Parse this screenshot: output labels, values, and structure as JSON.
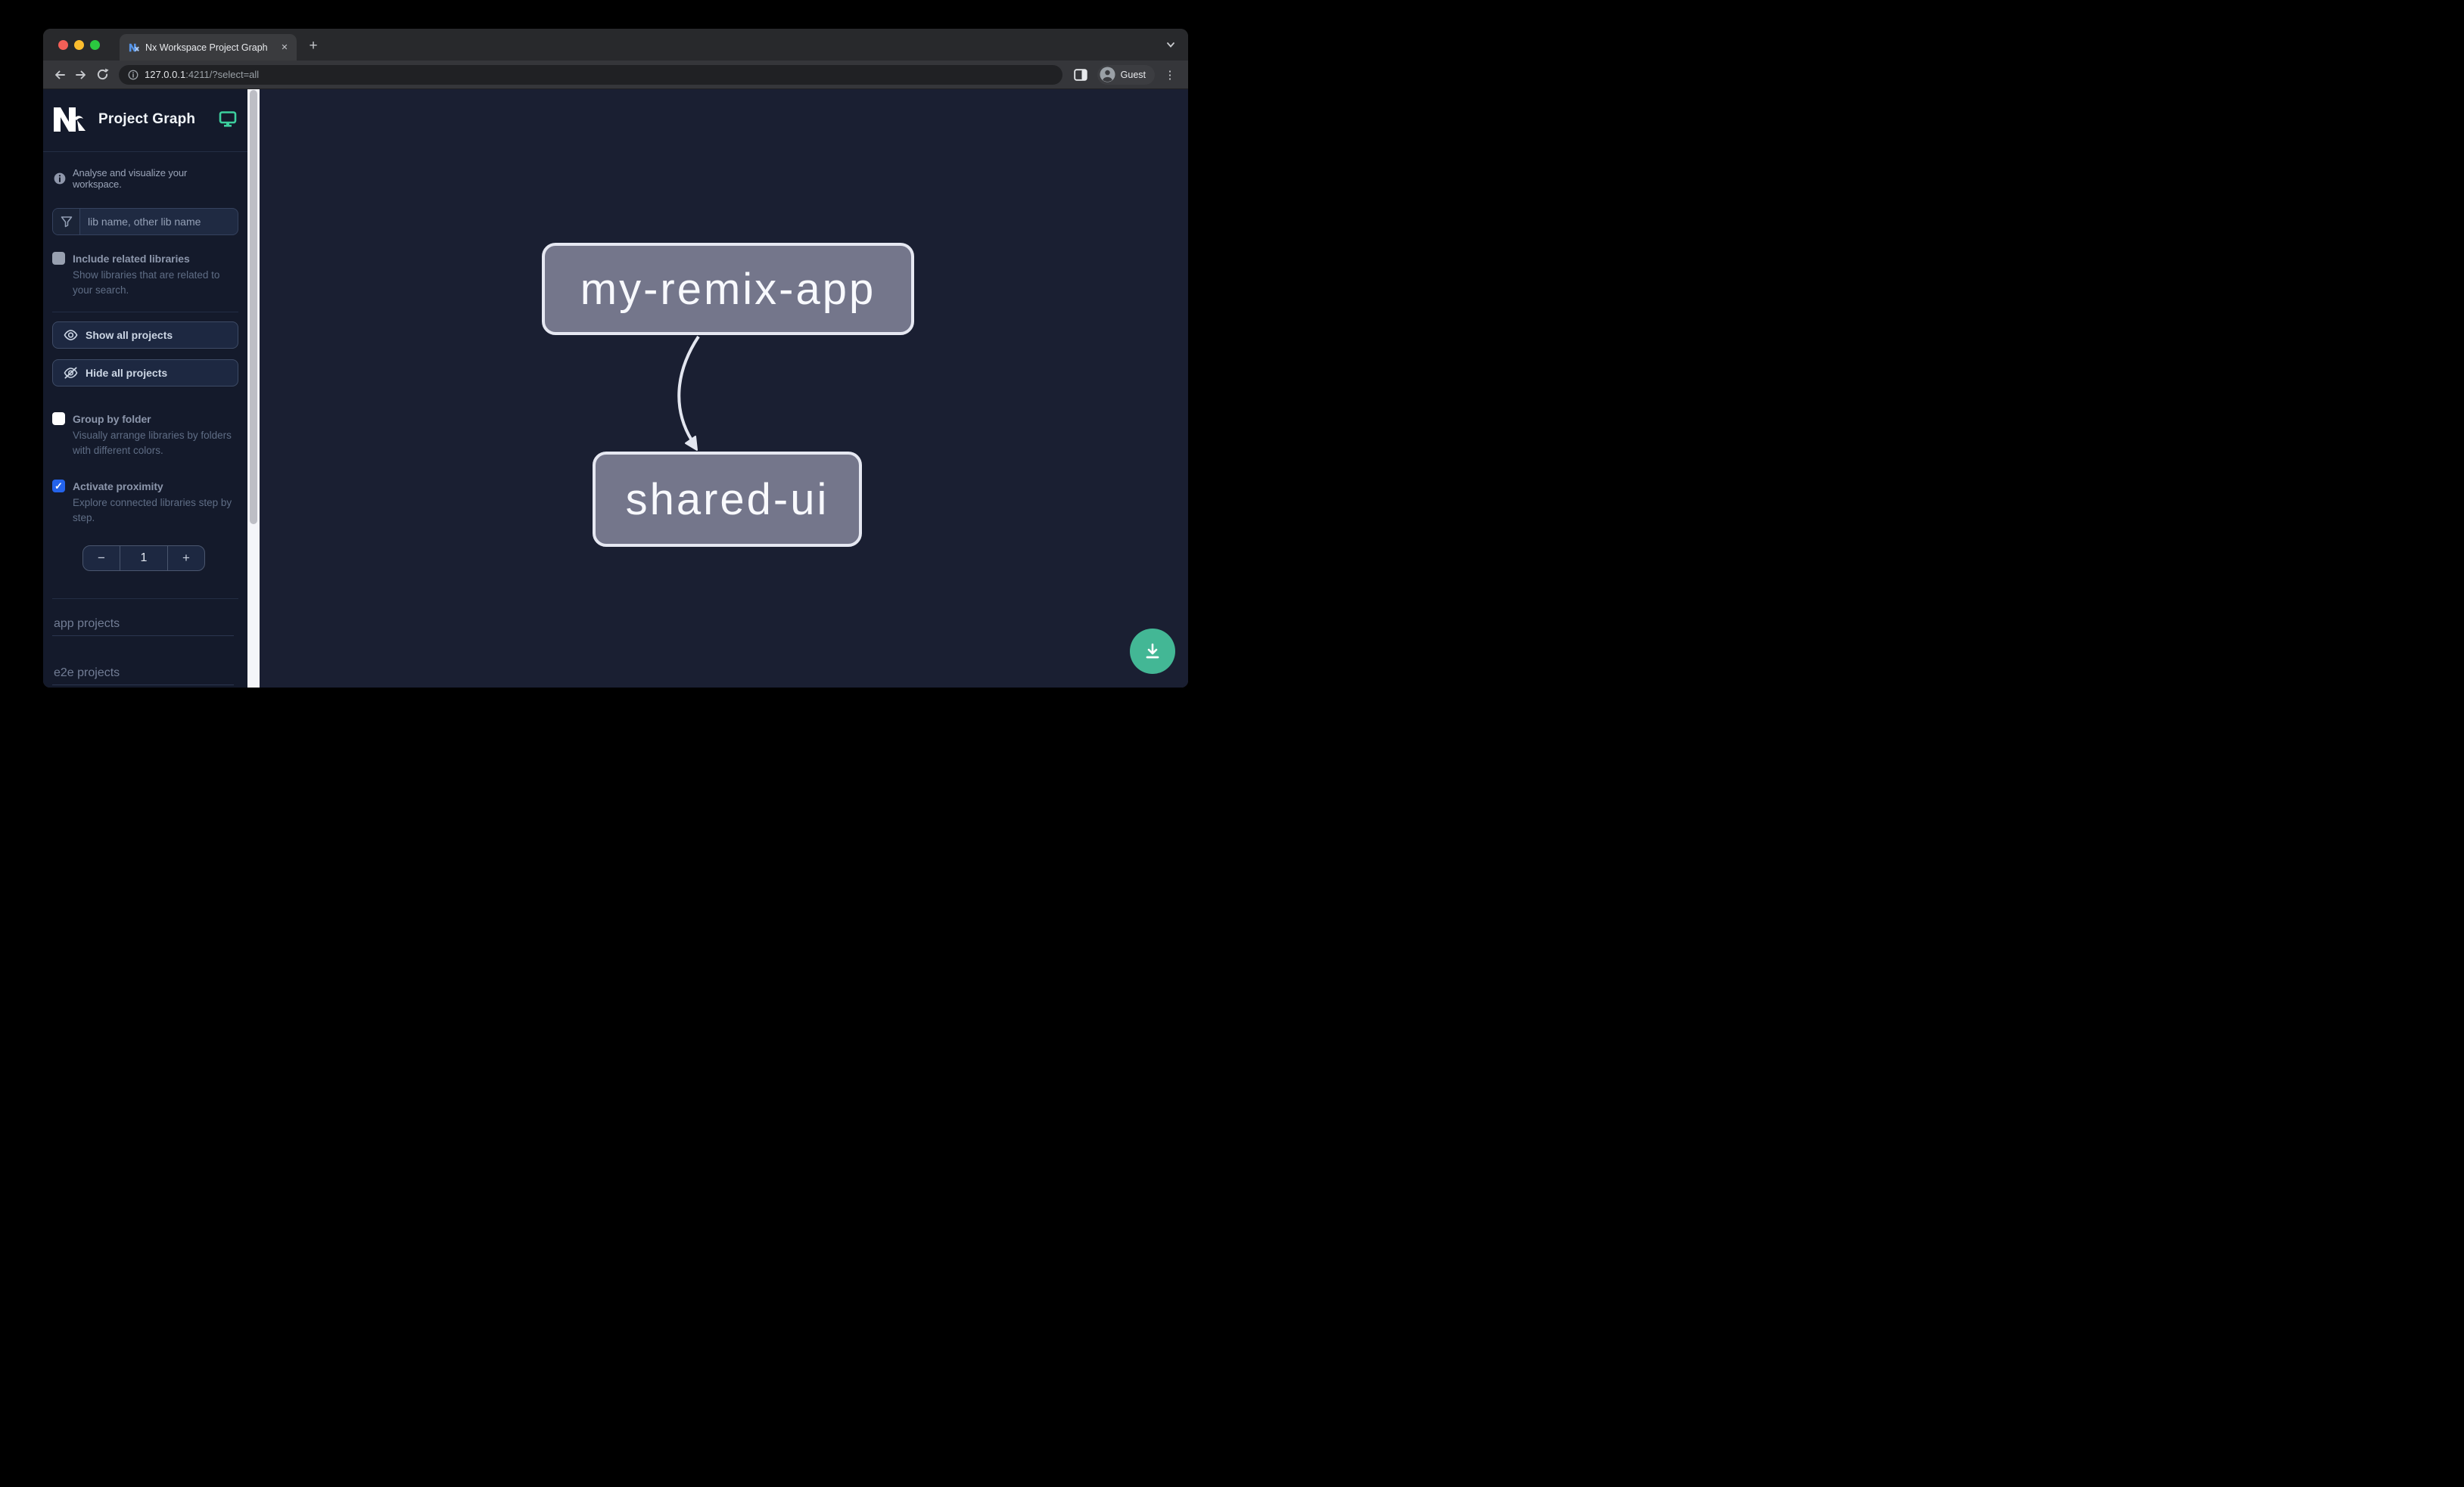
{
  "browser": {
    "tab_title": "Nx Workspace Project Graph",
    "close_tab_glyph": "✕",
    "new_tab_glyph": "+",
    "url_host": "127.0.0.1",
    "url_rest": ":4211/?select=all",
    "profile_label": "Guest",
    "menu_glyph": "⋮"
  },
  "sidebar": {
    "app_title": "Project Graph",
    "tagline": "Analyse and visualize your workspace.",
    "filter_placeholder": "lib name, other lib name",
    "include_related": {
      "label": "Include related libraries",
      "description": "Show libraries that are related to your search.",
      "checked": false
    },
    "show_all_label": "Show all projects",
    "hide_all_label": "Hide all projects",
    "group_by_folder": {
      "label": "Group by folder",
      "description": "Visually arrange libraries by folders with different colors.",
      "checked": false
    },
    "activate_proximity": {
      "label": "Activate proximity",
      "description": "Explore connected libraries step by step.",
      "checked": true,
      "check_glyph": "✓"
    },
    "proximity_stepper": {
      "decrement_glyph": "−",
      "value": "1",
      "increment_glyph": "+"
    },
    "sections": [
      {
        "label": "app projects"
      },
      {
        "label": "e2e projects"
      }
    ]
  },
  "graph": {
    "nodes": [
      {
        "label": "my-remix-app"
      },
      {
        "label": "shared-ui"
      }
    ],
    "edges": [
      {
        "source": "my-remix-app",
        "target": "shared-ui"
      }
    ]
  },
  "colors": {
    "accent_teal": "#3ccf9e",
    "fab_green": "#43b795",
    "checkbox_blue": "#2463eb",
    "node_fill": "#74768b",
    "node_border": "#e6e8f2",
    "canvas_bg": "#1a1f32",
    "sidebar_bg": "#141a2b"
  }
}
